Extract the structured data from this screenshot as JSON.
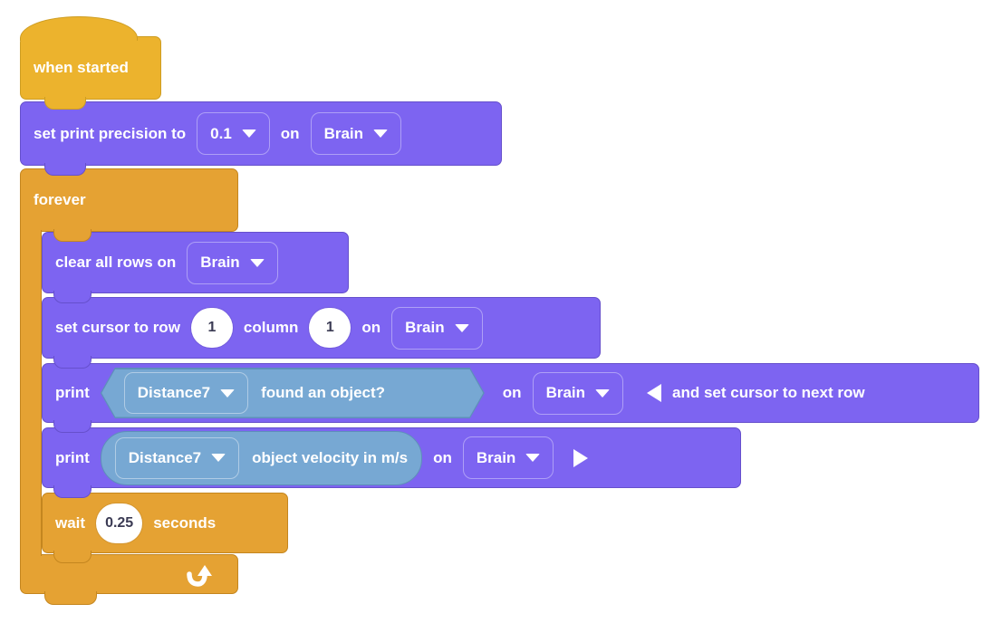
{
  "colors": {
    "gold": "#ECB32D",
    "gold_b": "#CE9D22",
    "orange": "#E5A233",
    "orange_b": "#C4861F",
    "purple": "#7D64F1",
    "purple_b": "#6650CC",
    "blue": "#77A8D3",
    "blue_b": "#5E8FBA",
    "oval_text": "#3B3B54"
  },
  "icons": {
    "dropdown_arrow": "▼",
    "collapse": "◀",
    "expand": "▶",
    "loop_arrow": "↺"
  },
  "blocks": {
    "when_started": {
      "label": "when started"
    },
    "set_print_precision": {
      "label_1": "set print precision to",
      "precision_value": "0.1",
      "label_2": "on",
      "device_value": "Brain"
    },
    "forever": {
      "label": "forever"
    },
    "clear_all_rows": {
      "label_1": "clear all rows on",
      "device_value": "Brain"
    },
    "set_cursor": {
      "label_1": "set cursor to row",
      "row_value": "1",
      "label_2": "column",
      "column_value": "1",
      "label_3": "on",
      "device_value": "Brain"
    },
    "print_boolean": {
      "label_1": "print",
      "sensor_value": "Distance7",
      "condition_label": "found an object?",
      "label_2": "on",
      "device_value": "Brain",
      "option_label": "and set cursor to next row"
    },
    "print_reporter": {
      "label_1": "print",
      "sensor_value": "Distance7",
      "value_label": "object velocity in m/s",
      "label_2": "on",
      "device_value": "Brain"
    },
    "wait": {
      "label_1": "wait",
      "duration_value": "0.25",
      "label_2": "seconds"
    }
  }
}
